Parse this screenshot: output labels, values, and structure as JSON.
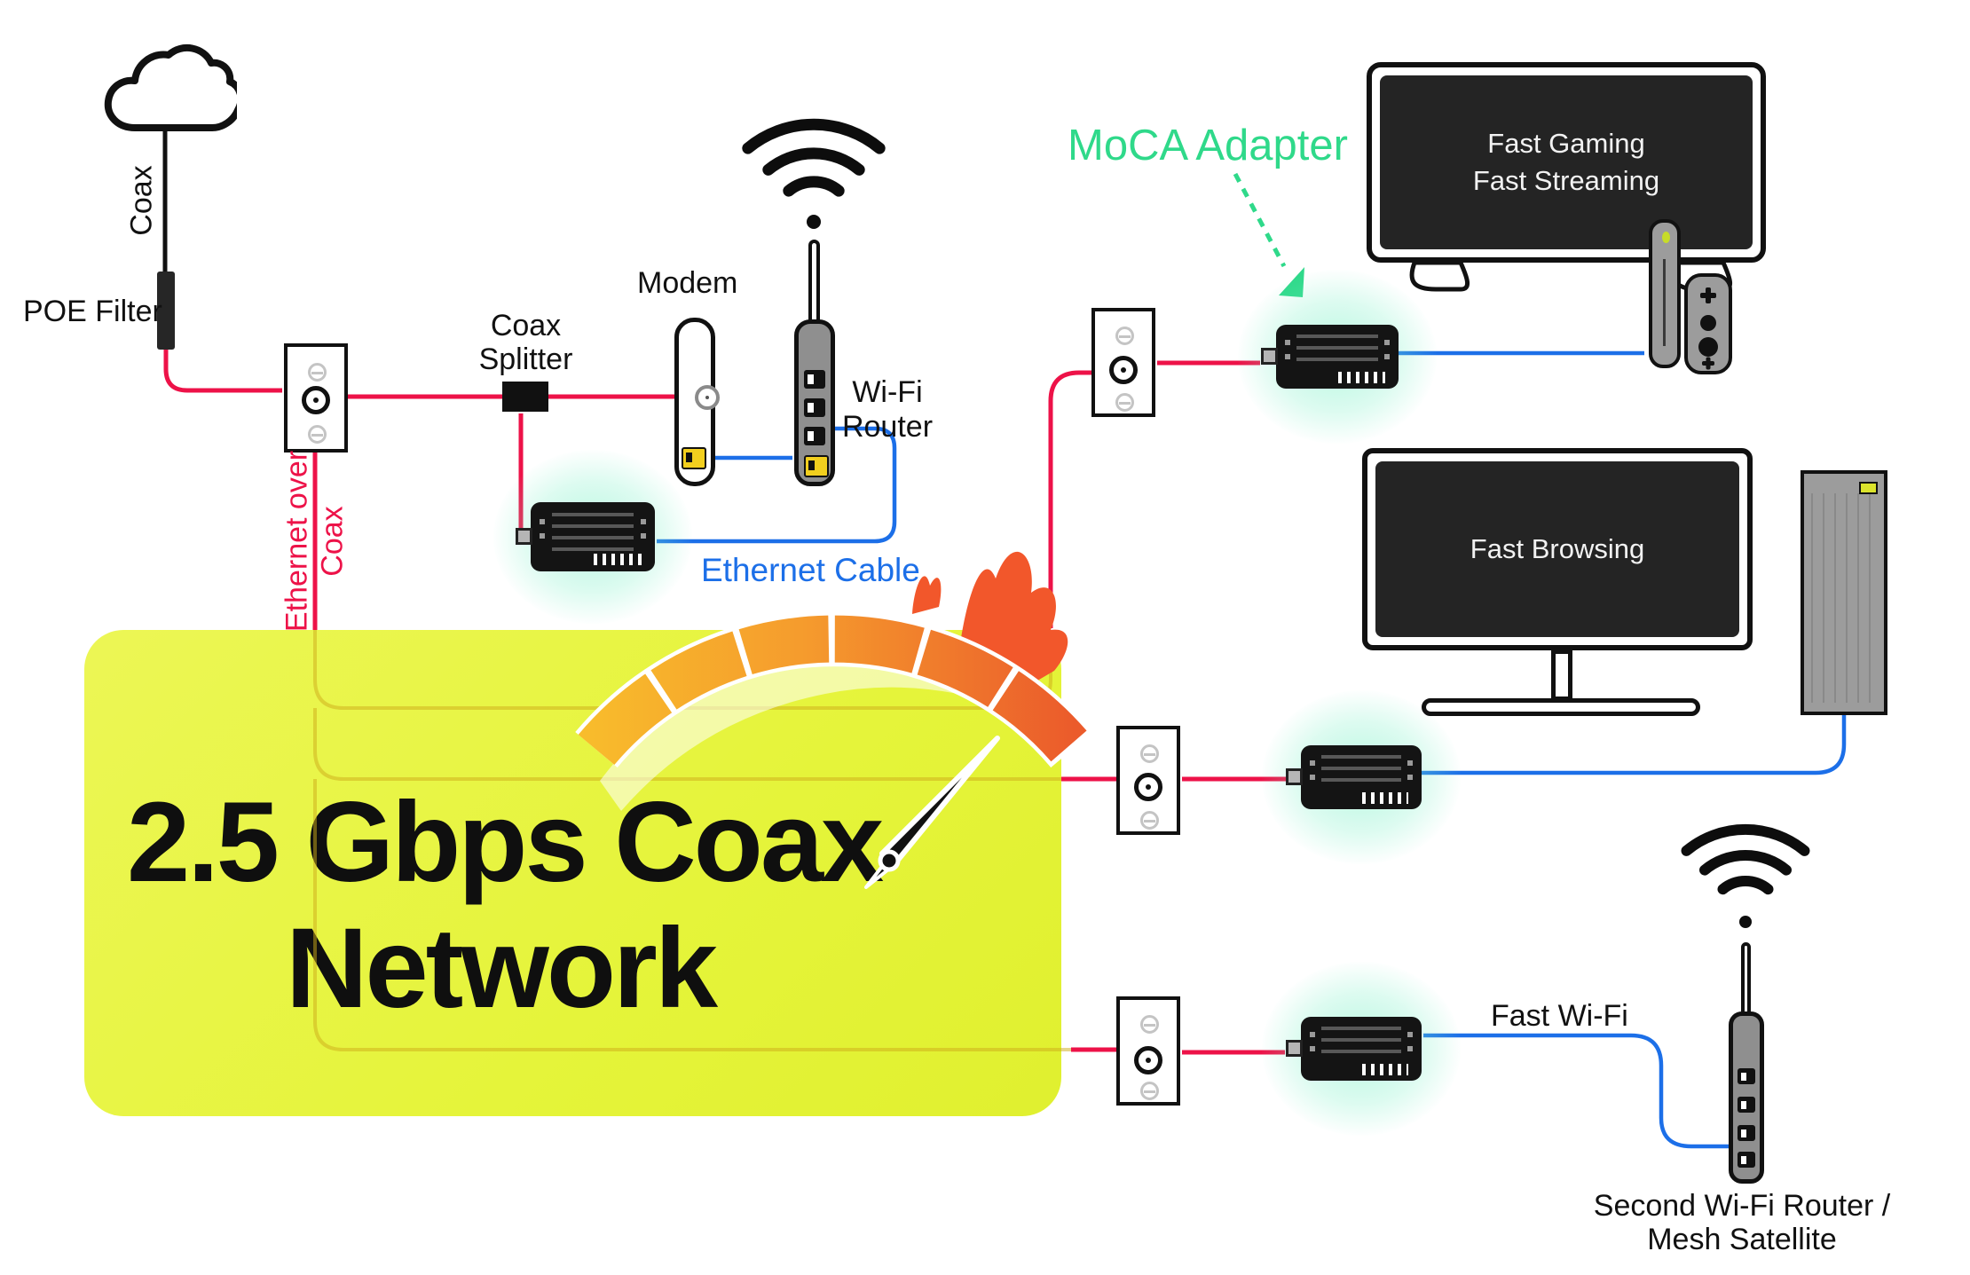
{
  "diagram": {
    "source_label": "Coax",
    "poe_filter": "POE Filter",
    "splitter": {
      "line1": "Coax",
      "line2": "Splitter"
    },
    "modem": "Modem",
    "router": {
      "line1": "Wi-Fi",
      "line2": "Router"
    },
    "ethernet_cable": "Ethernet Cable",
    "ethernet_over_coax": {
      "line1": "Ethernet over",
      "line2": "Coax"
    },
    "moca_adapter": "MoCA Adapter",
    "network_box": {
      "line1": "2.5 Gbps Coax",
      "line2": "Network"
    },
    "tv": {
      "line1": "Fast Gaming",
      "line2": "Fast Streaming"
    },
    "monitor": "Fast Browsing",
    "fast_wifi": "Fast Wi-Fi",
    "second_router": {
      "line1": "Second Wi-Fi Router /",
      "line2": "Mesh Satellite"
    },
    "colors": {
      "coax_red": "#ED1248",
      "ethernet_blue": "#1C6FE8",
      "moca_green": "#2FD98A",
      "network_box_yellow": "#E7F441"
    }
  }
}
